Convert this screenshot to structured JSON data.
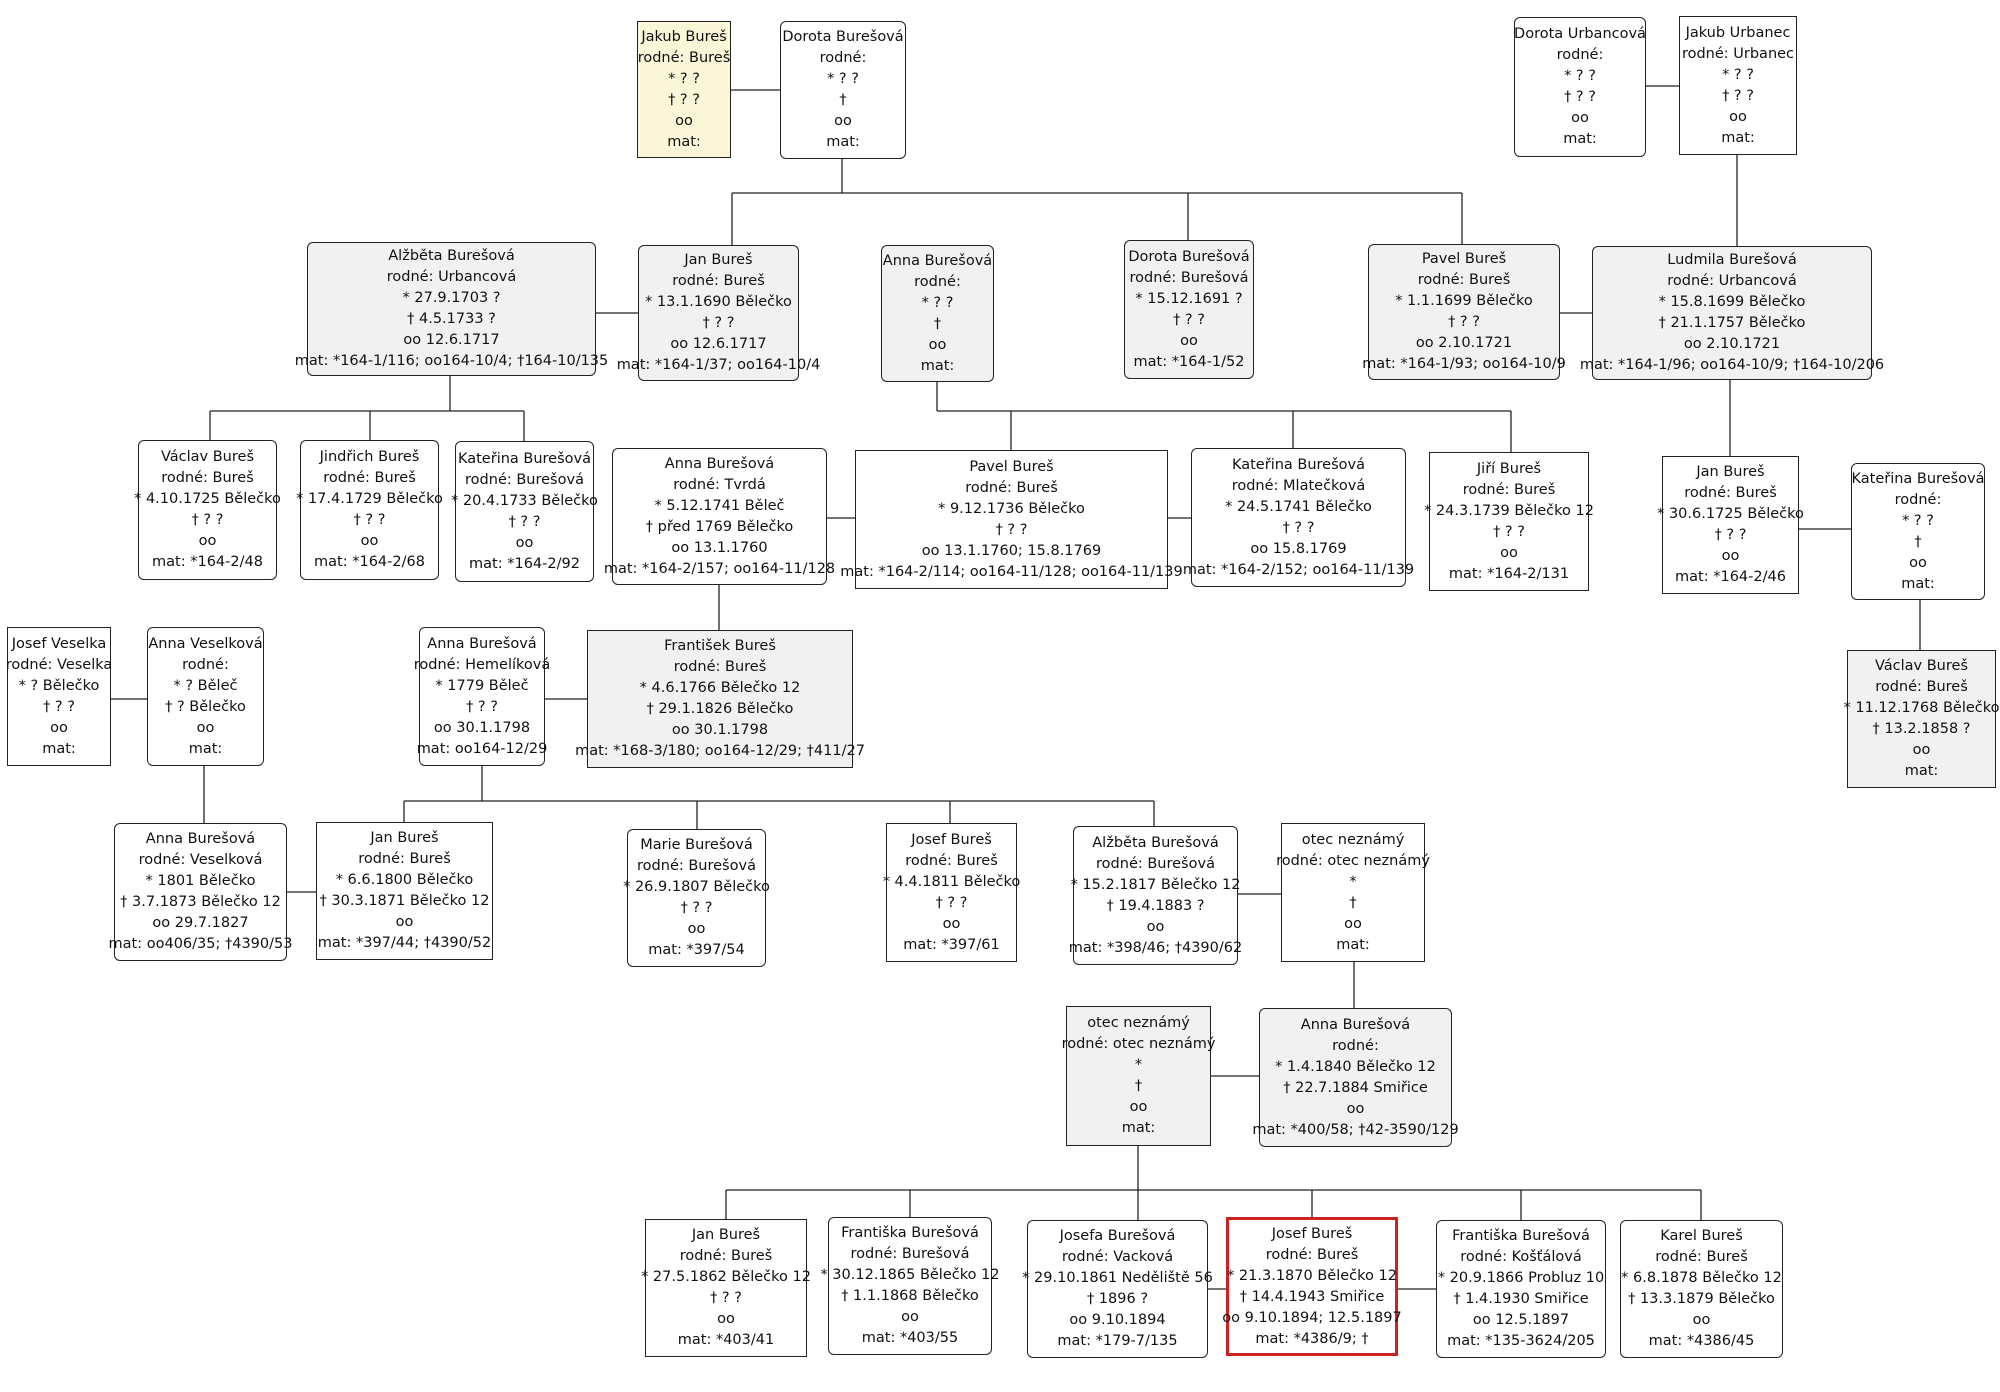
{
  "persons": [
    {
      "id": "jakub",
      "name": "Jakub Bureš",
      "rodne": "rodné: Bureš",
      "birth": "* ? ?",
      "death": "† ? ?",
      "marriage": "oo",
      "mat": "mat:",
      "style": "yellow"
    },
    {
      "id": "dorota1",
      "name": "Dorota Burešová",
      "rodne": "rodné:",
      "birth": "* ? ?",
      "death": "†",
      "marriage": "oo",
      "mat": "mat:",
      "style": "plain"
    },
    {
      "id": "dorotaU",
      "name": "Dorota Urbancová",
      "rodne": "rodné:",
      "birth": "* ? ?",
      "death": "† ? ?",
      "marriage": "oo",
      "mat": "mat:",
      "style": "plain"
    },
    {
      "id": "jakubU",
      "name": "Jakub Urbanec",
      "rodne": "rodné: Urbanec",
      "birth": "* ? ?",
      "death": "† ? ?",
      "marriage": "oo",
      "mat": "mat:",
      "style": "sq"
    },
    {
      "id": "alzbeta1",
      "name": "Alžběta Burešová",
      "rodne": "rodné: Urbancová",
      "birth": "* 27.9.1703 ?",
      "death": "† 4.5.1733 ?",
      "marriage": "oo 12.6.1717",
      "mat": "mat: *164-1/116; oo164-10/4; †164-10/135",
      "style": "shaded"
    },
    {
      "id": "jan1",
      "name": "Jan Bureš",
      "rodne": "rodné: Bureš",
      "birth": "* 13.1.1690 Bělečko",
      "death": "† ? ?",
      "marriage": "oo 12.6.1717",
      "mat": "mat: *164-1/37; oo164-10/4",
      "style": "shaded"
    },
    {
      "id": "anna1",
      "name": "Anna Burešová",
      "rodne": "rodné:",
      "birth": "* ? ?",
      "death": "†",
      "marriage": "oo",
      "mat": "mat:",
      "style": "shaded"
    },
    {
      "id": "dorota2",
      "name": "Dorota Burešová",
      "rodne": "rodné: Burešová",
      "birth": "* 15.12.1691 ?",
      "death": "† ? ?",
      "marriage": "oo",
      "mat": "mat: *164-1/52",
      "style": "shaded"
    },
    {
      "id": "pavel1",
      "name": "Pavel Bureš",
      "rodne": "rodné: Bureš",
      "birth": "* 1.1.1699 Bělečko",
      "death": "† ? ?",
      "marriage": "oo 2.10.1721",
      "mat": "mat: *164-1/93; oo164-10/9",
      "style": "shaded"
    },
    {
      "id": "ludmila",
      "name": "Ludmila Burešová",
      "rodne": "rodné: Urbancová",
      "birth": "* 15.8.1699 Bělečko",
      "death": "† 21.1.1757 Bělečko",
      "marriage": "oo 2.10.1721",
      "mat": "mat: *164-1/96; oo164-10/9; †164-10/206",
      "style": "shaded"
    },
    {
      "id": "vaclav1",
      "name": "Václav Bureš",
      "rodne": "rodné: Bureš",
      "birth": "* 4.10.1725 Bělečko",
      "death": "† ? ?",
      "marriage": "oo",
      "mat": "mat: *164-2/48",
      "style": "plain"
    },
    {
      "id": "jindrich",
      "name": "Jindřich Bureš",
      "rodne": "rodné: Bureš",
      "birth": "* 17.4.1729 Bělečko",
      "death": "† ? ?",
      "marriage": "oo",
      "mat": "mat: *164-2/68",
      "style": "plain"
    },
    {
      "id": "katerina1",
      "name": "Kateřina Burešová",
      "rodne": "rodné: Burešová",
      "birth": "* 20.4.1733 Bělečko",
      "death": "† ? ?",
      "marriage": "oo",
      "mat": "mat: *164-2/92",
      "style": "plain"
    },
    {
      "id": "anna2",
      "name": "Anna Burešová",
      "rodne": "rodné: Tvrdá",
      "birth": "* 5.12.1741 Běleč",
      "death": "† před 1769 Bělečko",
      "marriage": "oo 13.1.1760",
      "mat": "mat: *164-2/157; oo164-11/128",
      "style": "plain"
    },
    {
      "id": "pavel2",
      "name": "Pavel Bureš",
      "rodne": "rodné: Bureš",
      "birth": "* 9.12.1736 Bělečko",
      "death": "† ? ?",
      "marriage": "oo 13.1.1760; 15.8.1769",
      "mat": "mat: *164-2/114; oo164-11/128; oo164-11/139",
      "style": "sq"
    },
    {
      "id": "katerina2",
      "name": "Kateřina Burešová",
      "rodne": "rodné: Mlatečková",
      "birth": "* 24.5.1741 Bělečko",
      "death": "† ? ?",
      "marriage": "oo 15.8.1769",
      "mat": "mat: *164-2/152; oo164-11/139",
      "style": "plain"
    },
    {
      "id": "jiri",
      "name": "Jiří Bureš",
      "rodne": "rodné: Bureš",
      "birth": "* 24.3.1739 Bělečko 12",
      "death": "† ? ?",
      "marriage": "oo",
      "mat": "mat: *164-2/131",
      "style": "sq"
    },
    {
      "id": "jan2",
      "name": "Jan Bureš",
      "rodne": "rodné: Bureš",
      "birth": "* 30.6.1725 Bělečko",
      "death": "† ? ?",
      "marriage": "oo",
      "mat": "mat: *164-2/46",
      "style": "sq"
    },
    {
      "id": "katerina3",
      "name": "Kateřina Burešová",
      "rodne": "rodné:",
      "birth": "* ? ?",
      "death": "†",
      "marriage": "oo",
      "mat": "mat:",
      "style": "plain"
    },
    {
      "id": "josefV",
      "name": "Josef Veselka",
      "rodne": "rodné: Veselka",
      "birth": "* ? Bělečko",
      "death": "† ? ?",
      "marriage": "oo",
      "mat": "mat:",
      "style": "sq"
    },
    {
      "id": "annaV",
      "name": "Anna Veselková",
      "rodne": "rodné:",
      "birth": "* ? Běleč",
      "death": "† ? Bělečko",
      "marriage": "oo",
      "mat": "mat:",
      "style": "plain"
    },
    {
      "id": "anna3",
      "name": "Anna Burešová",
      "rodne": "rodné: Hemelíková",
      "birth": "* 1779 Běleč",
      "death": "† ? ?",
      "marriage": "oo 30.1.1798",
      "mat": "mat: oo164-12/29",
      "style": "plain"
    },
    {
      "id": "frantisek",
      "name": "František Bureš",
      "rodne": "rodné: Bureš",
      "birth": "* 4.6.1766 Bělečko 12",
      "death": "† 29.1.1826 Bělečko",
      "marriage": "oo 30.1.1798",
      "mat": "mat: *168-3/180; oo164-12/29; †411/27",
      "style": "shaded-sq"
    },
    {
      "id": "vaclav2",
      "name": "Václav Bureš",
      "rodne": "rodné: Bureš",
      "birth": "* 11.12.1768 Bělečko",
      "death": "† 13.2.1858 ?",
      "marriage": "oo",
      "mat": "mat:",
      "style": "shaded-sq"
    },
    {
      "id": "anna4",
      "name": "Anna Burešová",
      "rodne": "rodné: Veselková",
      "birth": "* 1801 Bělečko",
      "death": "† 3.7.1873 Bělečko 12",
      "marriage": "oo 29.7.1827",
      "mat": "mat: oo406/35; †4390/53",
      "style": "plain"
    },
    {
      "id": "jan3",
      "name": "Jan Bureš",
      "rodne": "rodné: Bureš",
      "birth": "* 6.6.1800 Bělečko",
      "death": "† 30.3.1871 Bělečko 12",
      "marriage": "oo",
      "mat": "mat: *397/44; †4390/52",
      "style": "sq"
    },
    {
      "id": "marie",
      "name": "Marie Burešová",
      "rodne": "rodné: Burešová",
      "birth": "* 26.9.1807 Bělečko",
      "death": "† ? ?",
      "marriage": "oo",
      "mat": "mat: *397/54",
      "style": "plain"
    },
    {
      "id": "josef1",
      "name": "Josef Bureš",
      "rodne": "rodné: Bureš",
      "birth": "* 4.4.1811 Bělečko",
      "death": "† ? ?",
      "marriage": "oo",
      "mat": "mat: *397/61",
      "style": "sq"
    },
    {
      "id": "alzbeta2",
      "name": "Alžběta Burešová",
      "rodne": "rodné: Burešová",
      "birth": "* 15.2.1817 Bělečko 12",
      "death": "† 19.4.1883 ?",
      "marriage": "oo",
      "mat": "mat: *398/46; †4390/62",
      "style": "plain"
    },
    {
      "id": "otec1",
      "name": "otec neznámý",
      "rodne": "rodné: otec neznámý",
      "birth": "*",
      "death": "†",
      "marriage": "oo",
      "mat": "mat:",
      "style": "sq"
    },
    {
      "id": "otec2",
      "name": "otec neznámý",
      "rodne": "rodné: otec neznámý",
      "birth": "*",
      "death": "†",
      "marriage": "oo",
      "mat": "mat:",
      "style": "shaded-sq"
    },
    {
      "id": "anna5",
      "name": "Anna Burešová",
      "rodne": "rodné:",
      "birth": "* 1.4.1840 Bělečko 12",
      "death": "† 22.7.1884 Smiřice",
      "marriage": "oo",
      "mat": "mat: *400/58; †42-3590/129",
      "style": "shaded"
    },
    {
      "id": "jan4",
      "name": "Jan Bureš",
      "rodne": "rodné: Bureš",
      "birth": "* 27.5.1862 Bělečko 12",
      "death": "† ? ?",
      "marriage": "oo",
      "mat": "mat: *403/41",
      "style": "sq"
    },
    {
      "id": "frantiska1",
      "name": "Františka Burešová",
      "rodne": "rodné: Burešová",
      "birth": "* 30.12.1865 Bělečko 12",
      "death": "† 1.1.1868 Bělečko",
      "marriage": "oo",
      "mat": "mat: *403/55",
      "style": "plain"
    },
    {
      "id": "josefa",
      "name": "Josefa Burešová",
      "rodne": "rodné: Vacková",
      "birth": "* 29.10.1861 Neděliště 56",
      "death": "† 1896 ?",
      "marriage": "oo 9.10.1894",
      "mat": "mat: *179-7/135",
      "style": "plain"
    },
    {
      "id": "josef2",
      "name": "Josef Bureš",
      "rodne": "rodné: Bureš",
      "birth": "* 21.3.1870 Bělečko 12",
      "death": "† 14.4.1943 Smiřice",
      "marriage": "oo 9.10.1894; 12.5.1897",
      "mat": "mat: *4386/9; †",
      "style": "sel"
    },
    {
      "id": "frantiska2",
      "name": "Františka Burešová",
      "rodne": "rodné: Košťálová",
      "birth": "* 20.9.1866 Probluz 10",
      "death": "† 1.4.1930 Smiřice",
      "marriage": "oo 12.5.1897",
      "mat": "mat: *135-3624/205",
      "style": "plain"
    },
    {
      "id": "karel",
      "name": "Karel Bureš",
      "rodne": "rodné: Bureš",
      "birth": "* 6.8.1878 Bělečko 12",
      "death": "† 13.3.1879 Bělečko",
      "marriage": "oo",
      "mat": "mat: *4386/45",
      "style": "plain"
    }
  ]
}
